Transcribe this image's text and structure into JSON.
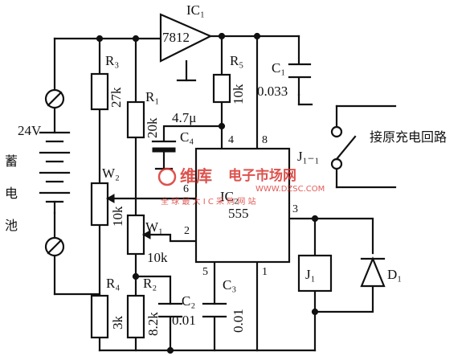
{
  "components": {
    "ic1": {
      "ref": "IC₁",
      "part": "7812"
    },
    "ic2": {
      "ref": "IC₂",
      "part": "555"
    },
    "r3": {
      "ref": "R₃",
      "value": "27k"
    },
    "r1": {
      "ref": "R₁",
      "value": "20k"
    },
    "r5": {
      "ref": "R₅",
      "value": "10k"
    },
    "r4": {
      "ref": "R₄",
      "value": "3k"
    },
    "r2": {
      "ref": "R₂",
      "value": "8.2k"
    },
    "w2": {
      "ref": "W₂",
      "value": "10k"
    },
    "w1": {
      "ref": "W₁",
      "value": "10k"
    },
    "c1": {
      "ref": "C₁",
      "value": "0.033"
    },
    "c4": {
      "ref": "C₄",
      "value": "4.7μ"
    },
    "c2": {
      "ref": "C₂",
      "value": "0.01"
    },
    "c3": {
      "ref": "C₃",
      "value": "0.01"
    },
    "j1": {
      "ref": "J₁"
    },
    "j1_contact": {
      "ref": "J₁₋₁"
    },
    "d1": {
      "ref": "D₁"
    }
  },
  "pins": {
    "p4": "4",
    "p8": "8",
    "p6": "6",
    "p2": "2",
    "p3": "3",
    "p5": "5",
    "p1": "1"
  },
  "battery": {
    "voltage": "24V",
    "name_chars": [
      "蓄",
      "电",
      "池"
    ]
  },
  "contact_label": "接原充电回路",
  "watermark": {
    "brand": "维库",
    "site": "电子市场网",
    "url": "WWW.DZSC.COM",
    "slogan": "全 球 最 大 I C 采 购 网 站"
  },
  "colors": {
    "ink": "#111111",
    "watermark": "#d8342f"
  }
}
